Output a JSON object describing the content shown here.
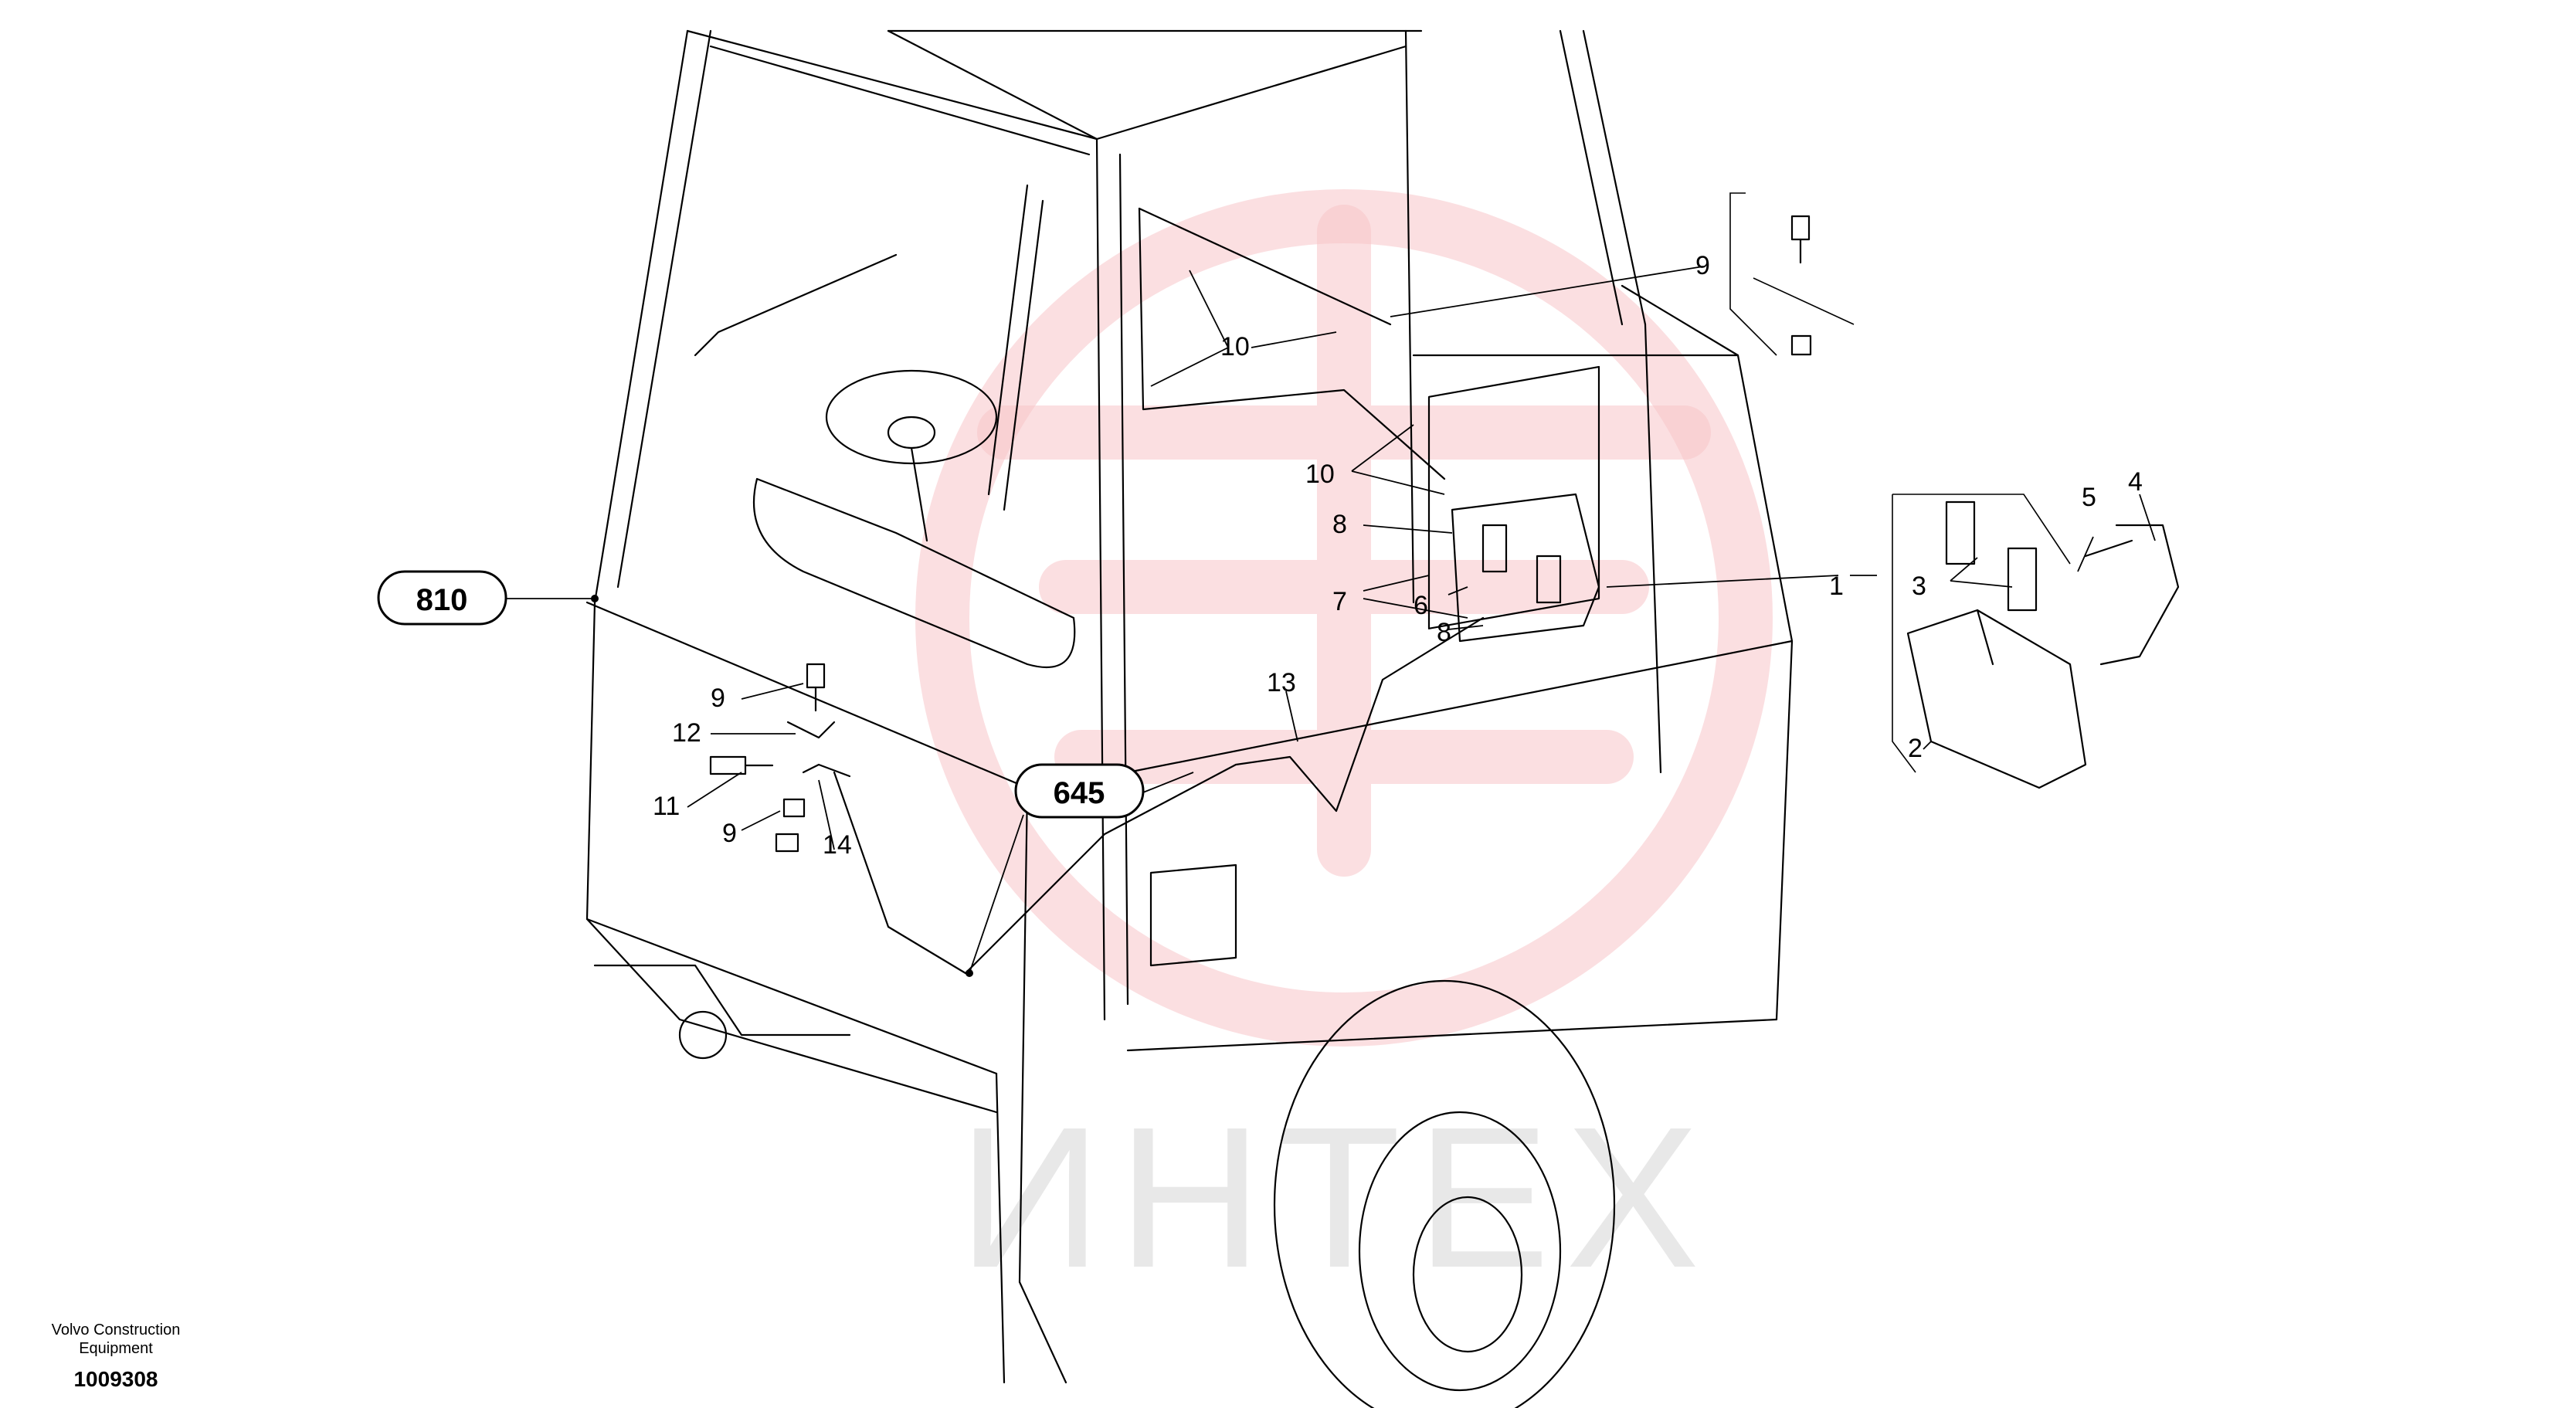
{
  "watermark": {
    "text": "ИНТЕХ",
    "color": "#f4a7ad"
  },
  "footer": {
    "company_line1": "Volvo Construction",
    "company_line2": "Equipment",
    "drawing_number": "1009308"
  },
  "callout_tags": [
    {
      "id": "tag-810",
      "text": "810"
    },
    {
      "id": "tag-645",
      "text": "645"
    }
  ],
  "part_labels": [
    {
      "id": "p1",
      "text": "1"
    },
    {
      "id": "p2",
      "text": "2"
    },
    {
      "id": "p3",
      "text": "3"
    },
    {
      "id": "p4",
      "text": "4"
    },
    {
      "id": "p5",
      "text": "5"
    },
    {
      "id": "p6",
      "text": "6"
    },
    {
      "id": "p7",
      "text": "7"
    },
    {
      "id": "p8a",
      "text": "8"
    },
    {
      "id": "p8b",
      "text": "8"
    },
    {
      "id": "p9a",
      "text": "9"
    },
    {
      "id": "p9b",
      "text": "9"
    },
    {
      "id": "p9c",
      "text": "9"
    },
    {
      "id": "p10a",
      "text": "10"
    },
    {
      "id": "p10b",
      "text": "10"
    },
    {
      "id": "p11",
      "text": "11"
    },
    {
      "id": "p12",
      "text": "12"
    },
    {
      "id": "p13",
      "text": "13"
    },
    {
      "id": "p14",
      "text": "14"
    }
  ]
}
